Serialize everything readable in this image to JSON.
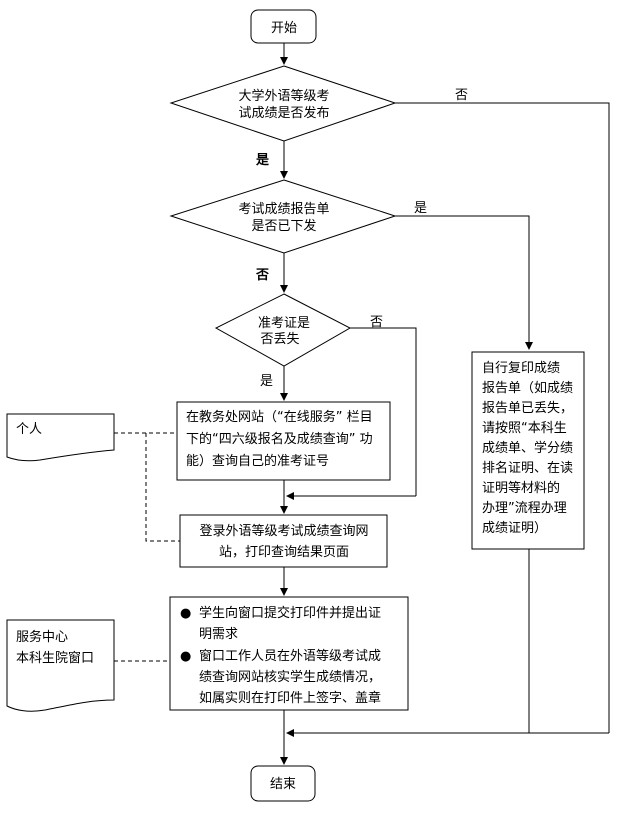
{
  "flowchart": {
    "start": "开始",
    "end": "结束",
    "decision1": [
      "大学外语等级考",
      "试成绩是否发布"
    ],
    "decision2": [
      "考试成绩报告单",
      "是否已下发"
    ],
    "decision3": [
      "准考证是",
      "否丢失"
    ],
    "step_query_ticket": [
      "在教务处网站（“在线服务” 栏目",
      "下的“四六级报名及成绩查询” 功",
      "能）查询自己的准考证号"
    ],
    "step_login_print": [
      "登录外语等级考试成绩查询网",
      "站，打印查询结果页面"
    ],
    "step_window": {
      "bullets": [
        [
          "学生向窗口提交打印件并提出证",
          "明需求"
        ],
        [
          "窗口工作人员在外语等级考试成",
          "绩查询网站核实学生成绩情况，",
          "如属实则在打印件上签字、盖章"
        ]
      ]
    },
    "step_self_copy": [
      "自行复印成绩",
      "报告单（如成绩",
      "报告单已丢失，",
      "请按照“本科生",
      "成绩单、学分绩",
      "排名证明、在读",
      "证明等材料的",
      "办理”流程办理",
      "成绩证明）"
    ],
    "doc_personal": [
      "个人"
    ],
    "doc_service": [
      "服务中心",
      "本科生院窗口"
    ],
    "labels": {
      "d1_yes": "是",
      "d1_no": "否",
      "d2_yes": "是",
      "d2_no": "否",
      "d3_yes": "是",
      "d3_no": "否"
    },
    "bullet_icon": "●"
  }
}
